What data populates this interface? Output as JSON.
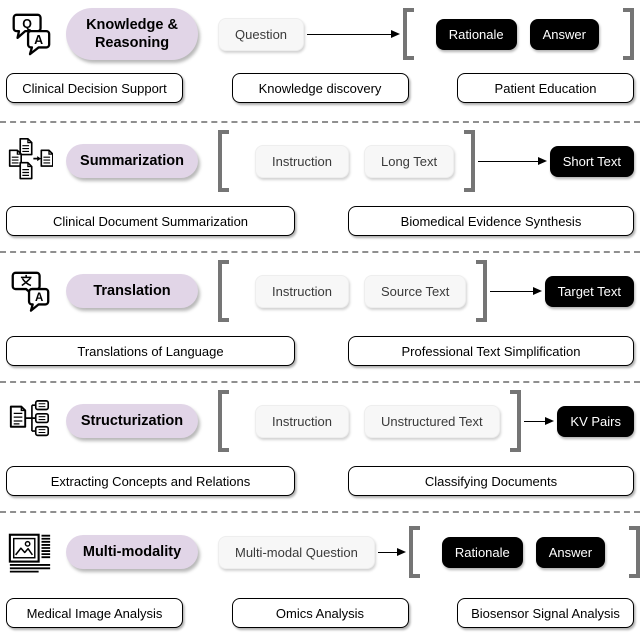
{
  "colors": {
    "category_pill_bg": "#e1d5e7",
    "input_box_bg": "#f7f7f7",
    "output_pill_bg": "#000000",
    "output_pill_text": "#ffffff",
    "bracket_gray": "#757575",
    "app_box_border": "#000000",
    "separator_dash": "#8f8f8f"
  },
  "rows": [
    {
      "category": "Knowledge & Reasoning",
      "icon": "qa-chat-icon",
      "inputs": [
        "Question"
      ],
      "outputs": [
        "Rationale",
        "Answer"
      ],
      "apps": [
        "Clinical Decision Support",
        "Knowledge discovery",
        "Patient Education"
      ]
    },
    {
      "category": "Summarization",
      "icon": "documents-merge-icon",
      "inputs": [
        "Instruction",
        "Long Text"
      ],
      "outputs": [
        "Short Text"
      ],
      "apps": [
        "Clinical Document Summarization",
        "Biomedical Evidence Synthesis"
      ]
    },
    {
      "category": "Translation",
      "icon": "language-translate-icon",
      "inputs": [
        "Instruction",
        "Source Text"
      ],
      "outputs": [
        "Target Text"
      ],
      "apps": [
        "Translations of Language",
        "Professional Text Simplification"
      ]
    },
    {
      "category": "Structurization",
      "icon": "document-tree-icon",
      "inputs": [
        "Instruction",
        "Unstructured Text"
      ],
      "outputs": [
        "KV Pairs"
      ],
      "apps": [
        "Extracting Concepts and Relations",
        "Classifying Documents"
      ]
    },
    {
      "category": "Multi-modality",
      "icon": "image-article-icon",
      "inputs": [
        "Multi-modal Question"
      ],
      "outputs": [
        "Rationale",
        "Answer"
      ],
      "apps": [
        "Medical Image Analysis",
        "Omics Analysis",
        "Biosensor Signal Analysis"
      ]
    }
  ]
}
